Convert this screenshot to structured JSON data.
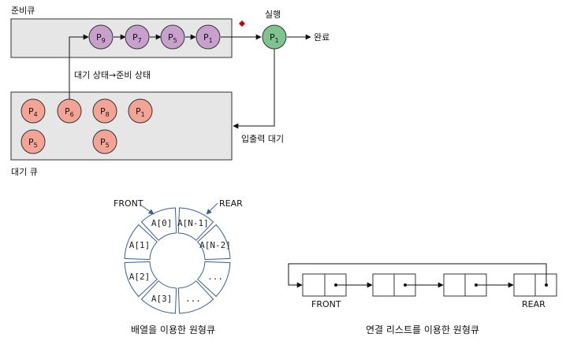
{
  "process_diagram": {
    "ready_queue_label": "준비큐",
    "running_label": "실행",
    "done_label": "완료",
    "dispatch_label": "대기 상태→준비 상태",
    "io_wait_label": "입출력 대기",
    "waiting_queue_label": "대기 큐",
    "ready_processes": [
      {
        "p": "P",
        "sub": "9"
      },
      {
        "p": "P",
        "sub": "7"
      },
      {
        "p": "P",
        "sub": "5"
      },
      {
        "p": "P",
        "sub": "1"
      }
    ],
    "running_process": {
      "p": "P",
      "sub": "1"
    },
    "waiting_processes": [
      {
        "p": "P",
        "sub": "4"
      },
      {
        "p": "P",
        "sub": "6"
      },
      {
        "p": "P",
        "sub": "8"
      },
      {
        "p": "P",
        "sub": "1"
      },
      {
        "p": "P",
        "sub": "5"
      },
      {
        "p": "P",
        "sub": "5"
      }
    ],
    "colors": {
      "ready_fill": "#c8a0cc",
      "running_fill": "#7fc48f",
      "waiting_fill": "#f4a494",
      "box_fill": "#e6e6e6",
      "marker": "#cc0000"
    }
  },
  "circular_queue": {
    "front_label": "FRONT",
    "rear_label": "REAR",
    "cells": [
      "A[0]",
      "A[N-1]",
      "A[1]",
      "A[N-2]",
      "A[2]",
      "...",
      "A[3]",
      "..."
    ],
    "caption": "배열을 이용한 원형큐",
    "segment_stroke": "#3a5f8a"
  },
  "linked_queue": {
    "front_label": "FRONT",
    "rear_label": "REAR",
    "caption": "연결 리스트를 이용한 원형큐"
  }
}
